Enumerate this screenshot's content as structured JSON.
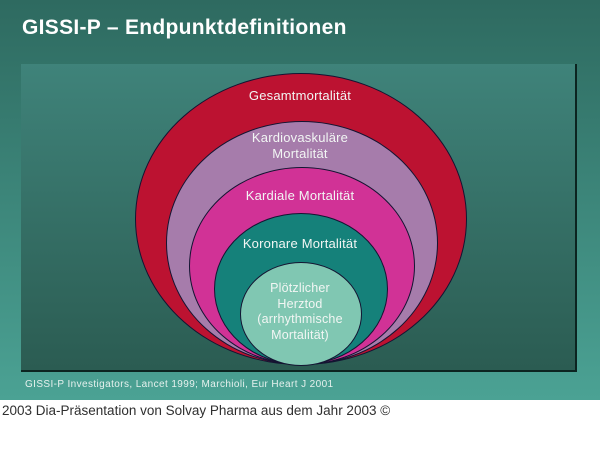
{
  "slide": {
    "title": "GISSI-P – Endpunktdefinitionen",
    "citation": "GISSI-P Investigators, Lancet 1999; Marchioli, Eur Heart J 2001"
  },
  "footer": {
    "text": "2003 Dia-Präsentation von Solvay Pharma aus dem Jahr 2003 ©"
  },
  "diagram": {
    "type": "nested-ellipses",
    "levels": [
      {
        "label": "Gesamtmortalität",
        "fill": "#bc1231"
      },
      {
        "label": "Kardiovaskuläre\nMortalität",
        "fill": "#a67cab"
      },
      {
        "label": "Kardiale Mortalität",
        "fill": "#d13296"
      },
      {
        "label": "Koronare Mortalität",
        "fill": "#15817a"
      },
      {
        "label": "Plötzlicher\nHerztod\n(arrhythmische\nMortalität)",
        "fill": "#80c7b2"
      }
    ],
    "label_color": "#f2f6f4",
    "stroke_color": "#141432"
  },
  "colors": {
    "slide_bg_top": "#2e6a60",
    "slide_bg_bottom": "#4ba294",
    "panel_bg_top": "#3f837a",
    "panel_bg_bottom": "#2b5c52",
    "panel_border": "#0c2420",
    "title_color": "#ffffff",
    "citation_color": "#e6f1ee",
    "footer_bg": "#ffffff",
    "footer_text": "#2f2f2f"
  }
}
